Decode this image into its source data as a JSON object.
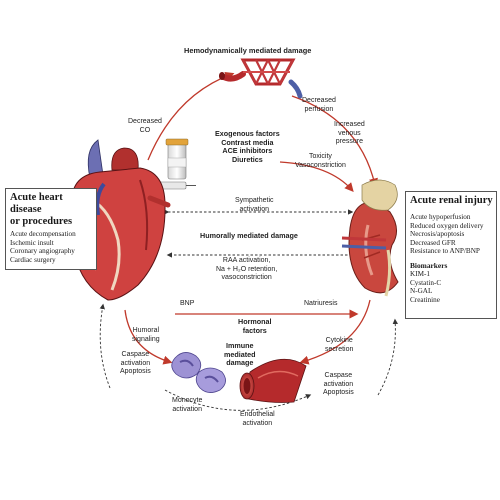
{
  "top_title": "Hemodynamically mediated damage",
  "decreased_co": [
    "Decreased",
    "CO"
  ],
  "decreased_perfusion": [
    "Decreased",
    "perfusion"
  ],
  "increased_venous": [
    "Increased",
    "venous",
    "pressure"
  ],
  "exogenous": [
    "Exogenous factors",
    "Contrast media",
    "ACE inhibitors",
    "Diuretics"
  ],
  "toxicity": [
    "Toxicity",
    "Vasoconstriction"
  ],
  "sympathetic": [
    "Sympathetic",
    "activation"
  ],
  "humoral_title": "Humorally mediated damage",
  "raa": [
    "RAA activation,",
    "Na + H₂O retention,",
    "vasoconstriction"
  ],
  "bnp": "BNP",
  "natriuresis": "Natriuresis",
  "hormonal": [
    "Hormonal",
    "factors"
  ],
  "humoral_signaling": [
    "Humoral",
    "signaling"
  ],
  "caspase_left": [
    "Caspase",
    "activation",
    "Apoptosis"
  ],
  "immune": [
    "Immune",
    "mediated",
    "damage"
  ],
  "monocyte": [
    "Monocyte",
    "activation"
  ],
  "endothelial": [
    "Endothelial",
    "activation"
  ],
  "cytokine": [
    "Cytokine",
    "secretion"
  ],
  "caspase_right": [
    "Caspase",
    "activation",
    "Apoptosis"
  ],
  "left_box": {
    "title": [
      "Acute heart disease",
      "or procedures"
    ],
    "items": [
      "Acute decompensation",
      "Ischemic insult",
      "Coronary angiography",
      "Cardiac surgery"
    ]
  },
  "right_box": {
    "title": "Acute renal injury",
    "items": [
      "Acute hypoperfusion",
      "Reduced oxygen delivery",
      "Necrosis/apoptosis",
      "Decreased GFR",
      "Resistance to ANP/BNP"
    ],
    "biomarkers_title": "Biomarkers",
    "biomarkers": [
      "KIM-1",
      "Cystatin-C",
      "N-GAL",
      "Creatinine"
    ]
  },
  "colors": {
    "arrow_red": "#c0392b",
    "dashed": "#333333",
    "heart": "#c8383a",
    "kidney": "#c9473e",
    "cell_purple": "#9d92d4"
  }
}
